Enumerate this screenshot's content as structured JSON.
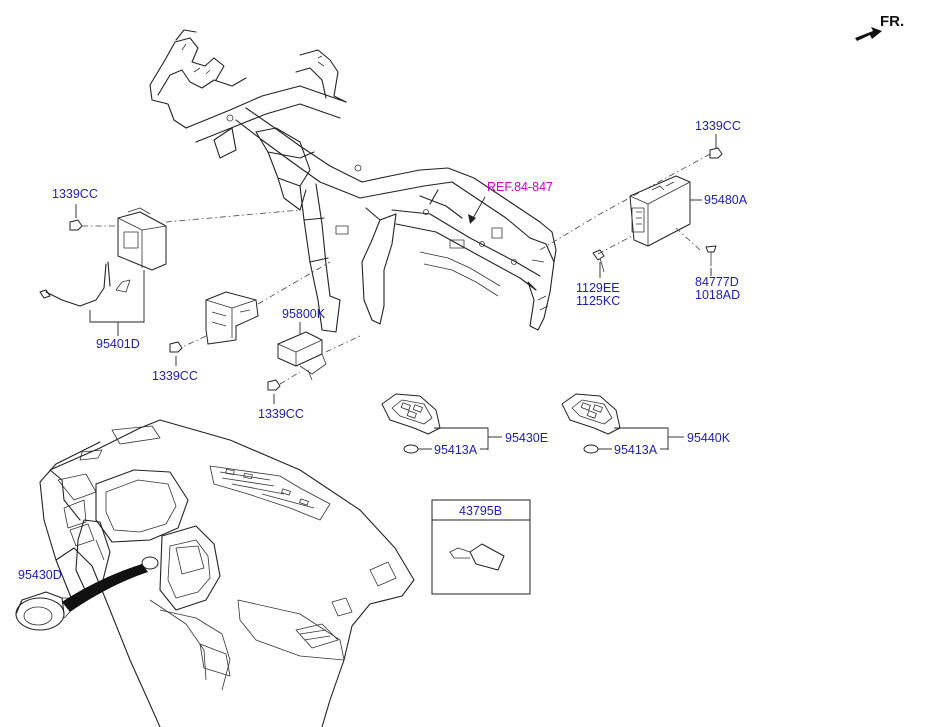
{
  "colors": {
    "label": "#1c1cb4",
    "ref_label": "#cc00cc",
    "line": "#222222"
  },
  "direction": {
    "label": "FR.",
    "icon": "front-arrow-icon"
  },
  "ref": "REF.84-847",
  "callouts": {
    "c1339_top_right": "1339CC",
    "c95480A": "95480A",
    "c1129EE": "1129EE",
    "c1125KC": "1125KC",
    "c84777D": "84777D",
    "c1018AD": "1018AD",
    "c1339_left": "1339CC",
    "c95401D": "95401D",
    "c1339_mid_left": "1339CC",
    "c95800K": "95800K",
    "c1339_bottom": "1339CC",
    "c95430E": "95430E",
    "c95413A_1": "95413A",
    "c95440K": "95440K",
    "c95413A_2": "95413A",
    "c43795B": "43795B",
    "c95430D": "95430D"
  }
}
